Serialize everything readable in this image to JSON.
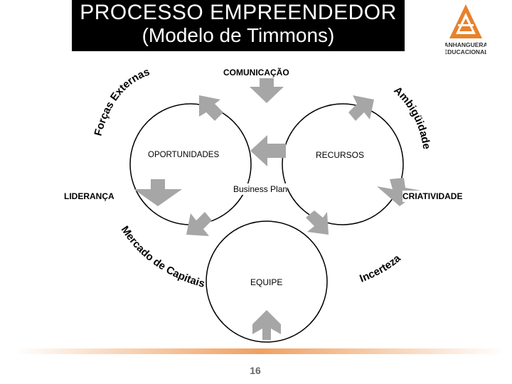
{
  "title": {
    "line1": "PROCESSO EMPREENDEDOR",
    "line2": "(Modelo de Timmons)"
  },
  "logo": {
    "name": "anhanguera-logo",
    "line1": "ANHANGUERA",
    "line2": "EDUCACIONAL",
    "color": "#e8822a"
  },
  "labels": {
    "comunicacao": "COMUNICAÇÃO",
    "oportunidades": "OPORTUNIDADES",
    "recursos": "RECURSOS",
    "business_plan": "Business Plan",
    "lideranca": "LIDERANÇA",
    "criatividade": "CRIATIVIDADE",
    "equipe": "EQUIPE"
  },
  "arc_labels": {
    "forcas_externas": "Forças Externas",
    "ambiguidade": "Ambigüidade",
    "mercado_capitais": "Mercado de Capitais",
    "incerteza": "Incerteza"
  },
  "colors": {
    "arrow": "#a6a6a6",
    "circle": "#000000",
    "bar": "#f0a060"
  },
  "page_number": "16"
}
